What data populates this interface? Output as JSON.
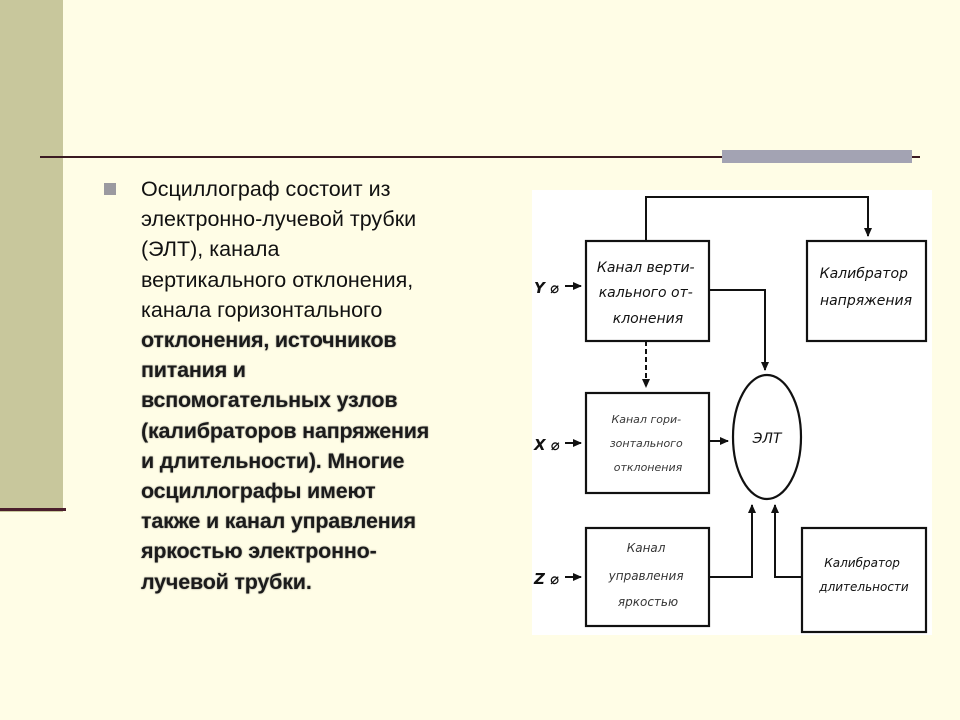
{
  "slide": {
    "paragraph_lines": [
      "Осциллограф состоит из",
      "электронно-лучевой трубки",
      "(ЭЛТ), канала",
      "вертикального отклонения,",
      "канала горизонтального",
      "отклонения, источников",
      "питания и",
      "вспомогательных узлов",
      "(калибраторов напряжения",
      "и длительности). Многие",
      "осциллографы имеют",
      "также и канал управления",
      "яркостью электронно-",
      "лучевой трубки."
    ]
  },
  "diagram": {
    "blocks": {
      "vertical_channel": [
        "Канал верти-",
        "кального от-",
        "клонения"
      ],
      "voltage_calibrator": [
        "Калибратор",
        "напряжения"
      ],
      "horizontal_channel": [
        "Канал гори-",
        "зонтального",
        "отклонения"
      ],
      "brightness_channel": [
        "Канал",
        "управления",
        "яркостью"
      ],
      "duration_calibrator": [
        "Калибратор",
        "длительности"
      ],
      "crt": "ЭЛТ"
    },
    "inputs": {
      "y": "Y ⌀",
      "x": "X ⌀",
      "z": "Z ⌀"
    }
  },
  "colors": {
    "background": "#fffde6",
    "left_band": "#c8c79c",
    "rule": "#3b1a22",
    "accent_bar": "#a3a3b3"
  }
}
